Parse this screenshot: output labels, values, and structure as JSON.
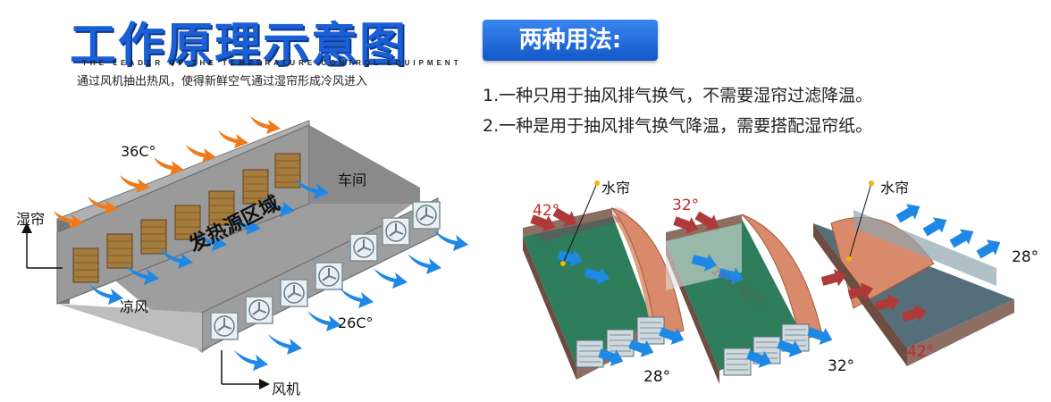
{
  "left": {
    "title": "工作原理示意图",
    "tagline": "THE LEADER OF THE TEMPERATURE CONTROL EQUIPMENT",
    "subtitle": "通过风机抽出热风，使得新鲜空气通过湿帘形成冷风进入",
    "labels": {
      "temp_hot": "36C°",
      "temp_cool": "26C°",
      "wet_curtain": "湿帘",
      "workshop": "车间",
      "cool_air": "凉风",
      "fan": "风机",
      "heat_zone": "发热源区域"
    }
  },
  "right": {
    "badge": "两种用法:",
    "usage": [
      "1.一种只用于抽风排气换气，不需要湿帘过滤降温。",
      "2.一种是用于抽风排气换气降温，需要搭配湿帘纸。"
    ],
    "houses": [
      {
        "water_curtain": "水帘",
        "temp_in": "42°",
        "temp_out": "28°"
      },
      {
        "temp_in": "32°",
        "temp_out": "32°",
        "faded_text": "28°C 32°C"
      },
      {
        "water_curtain": "水帘",
        "temp_in": "42°",
        "temp_out": "28°"
      }
    ]
  },
  "colors": {
    "title_blue": "#1a5fd6",
    "hot_orange": "#f07a1a",
    "cool_blue": "#1e88e5",
    "hot_red": "#c62828",
    "roof_copper": "#d98a6a"
  }
}
